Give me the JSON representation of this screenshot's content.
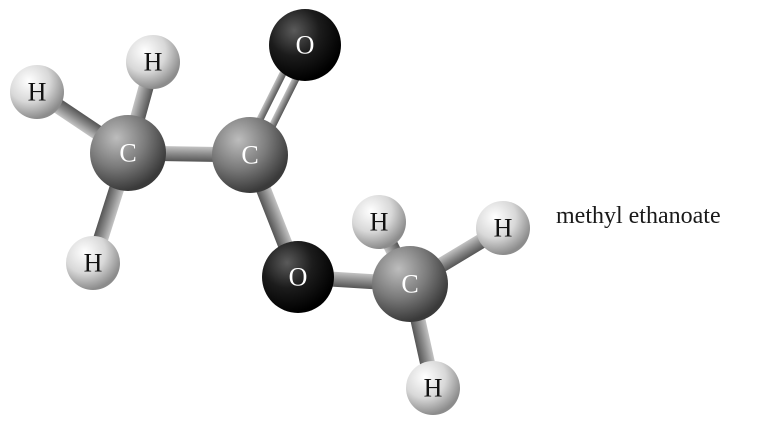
{
  "molecule": {
    "name": "methyl ethanoate",
    "atoms": [
      {
        "id": "h1",
        "element": "hydrogen",
        "label": "H"
      },
      {
        "id": "h2",
        "element": "hydrogen",
        "label": "H"
      },
      {
        "id": "h3",
        "element": "hydrogen",
        "label": "H"
      },
      {
        "id": "c1",
        "element": "carbon",
        "label": "C"
      },
      {
        "id": "c2",
        "element": "carbon",
        "label": "C"
      },
      {
        "id": "o1",
        "element": "oxygen",
        "label": "O"
      },
      {
        "id": "o2",
        "element": "oxygen",
        "label": "O"
      },
      {
        "id": "c3",
        "element": "carbon",
        "label": "C"
      },
      {
        "id": "h4",
        "element": "hydrogen",
        "label": "H"
      },
      {
        "id": "h5",
        "element": "hydrogen",
        "label": "H"
      },
      {
        "id": "h6",
        "element": "hydrogen",
        "label": "H"
      }
    ],
    "bonds": [
      {
        "from": "c1",
        "to": "h1",
        "order": 1
      },
      {
        "from": "c1",
        "to": "h2",
        "order": 1
      },
      {
        "from": "c1",
        "to": "h3",
        "order": 1
      },
      {
        "from": "c1",
        "to": "c2",
        "order": 1
      },
      {
        "from": "c2",
        "to": "o1",
        "order": 2
      },
      {
        "from": "c2",
        "to": "o2",
        "order": 1
      },
      {
        "from": "o2",
        "to": "c3",
        "order": 1
      },
      {
        "from": "c3",
        "to": "h4",
        "order": 1
      },
      {
        "from": "c3",
        "to": "h5",
        "order": 1
      },
      {
        "from": "c3",
        "to": "h6",
        "order": 1
      }
    ]
  },
  "colors": {
    "hydrogen": "#d8d8d8",
    "carbon": "#7a7a7a",
    "oxygen": "#1c1c1c",
    "bond": "#8a8a8a"
  }
}
